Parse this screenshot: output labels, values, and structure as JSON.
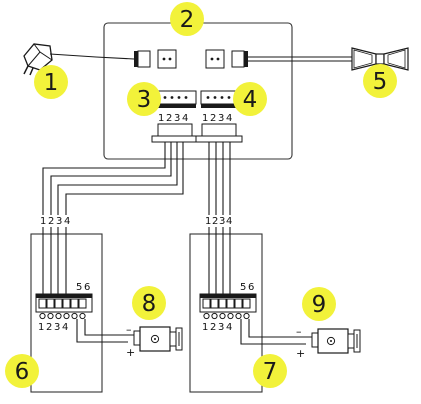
{
  "callouts": {
    "c1": {
      "label": "1"
    },
    "c2": {
      "label": "2"
    },
    "c3": {
      "label": "3"
    },
    "c4": {
      "label": "4"
    },
    "c5": {
      "label": "5"
    },
    "c6": {
      "label": "6"
    },
    "c7": {
      "label": "7"
    },
    "c8": {
      "label": "8"
    },
    "c9": {
      "label": "9"
    }
  },
  "pins": {
    "p1": "1",
    "p2": "2",
    "p3": "3",
    "p4": "4",
    "p5": "5",
    "p6": "6"
  },
  "polarity": {
    "minus": "–",
    "plus": "+"
  },
  "colors": {
    "callout_fill": "#f2f23a",
    "line": "#1a1a1a"
  }
}
